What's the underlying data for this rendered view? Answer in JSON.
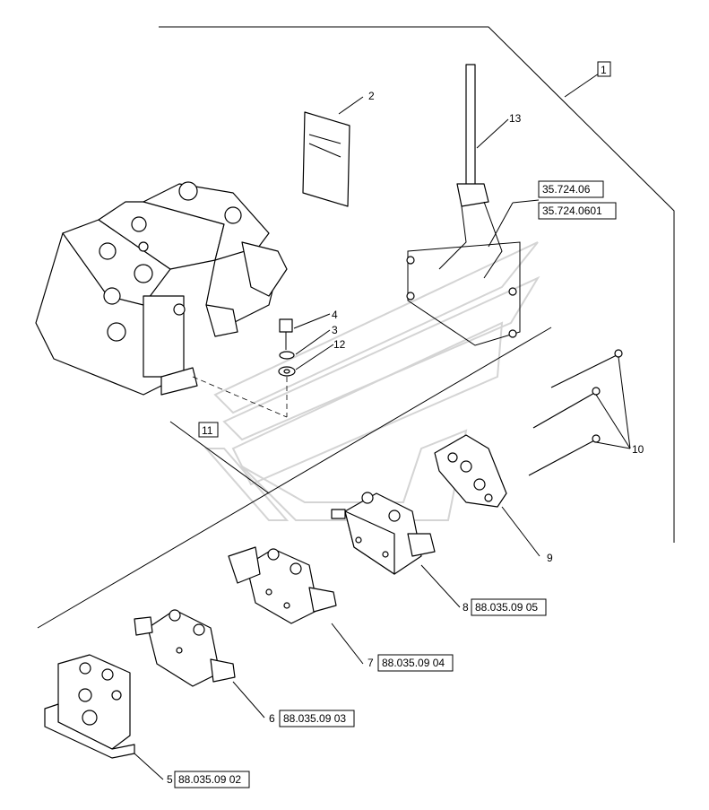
{
  "callouts": {
    "c1": "1",
    "c2": "2",
    "c3": "3",
    "c4": "4",
    "c5": "5",
    "c6": "6",
    "c7": "7",
    "c8": "8",
    "c9": "9",
    "c10": "10",
    "c11": "11",
    "c12": "12",
    "c13": "13"
  },
  "references": {
    "r1": "35.724.06",
    "r2": "35.724.0601",
    "r5": "88.035.09 02",
    "r6": "88.035.09 03",
    "r7": "88.035.09 04",
    "r8": "88.035.09 05"
  }
}
